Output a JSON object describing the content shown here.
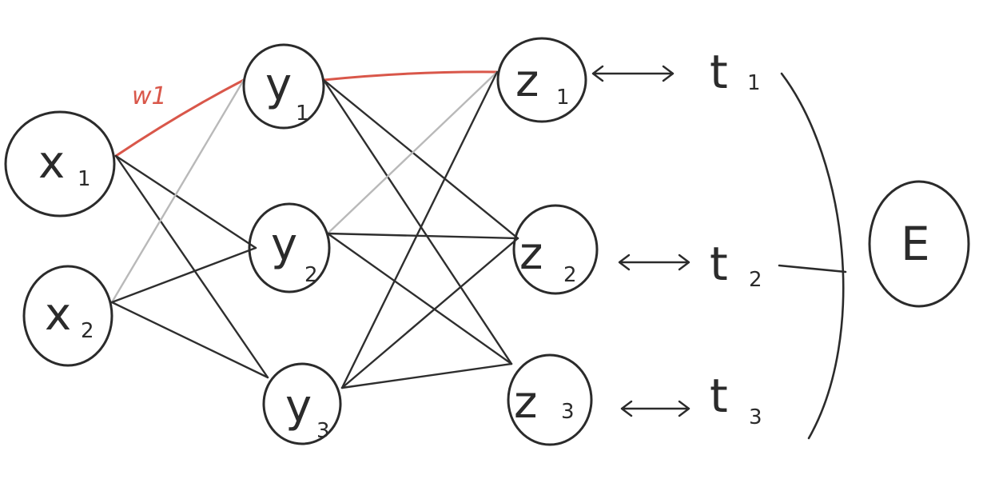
{
  "diagram": {
    "inputs": [
      {
        "id": "x1",
        "main": "x",
        "sub": "1"
      },
      {
        "id": "x2",
        "main": "x",
        "sub": "2"
      }
    ],
    "hidden": [
      {
        "id": "y1",
        "main": "y",
        "sub": "1"
      },
      {
        "id": "y2",
        "main": "y",
        "sub": "2"
      },
      {
        "id": "y3",
        "main": "y",
        "sub": "3"
      }
    ],
    "outputs": [
      {
        "id": "z1",
        "main": "z",
        "sub": "1"
      },
      {
        "id": "z2",
        "main": "z",
        "sub": "2"
      },
      {
        "id": "z3",
        "main": "z",
        "sub": "3"
      }
    ],
    "targets": [
      {
        "id": "t1",
        "main": "t",
        "sub": "1"
      },
      {
        "id": "t2",
        "main": "t",
        "sub": "2"
      },
      {
        "id": "t3",
        "main": "t",
        "sub": "3"
      }
    ],
    "error": {
      "id": "E",
      "label": "E"
    },
    "highlight": {
      "weight_label": "w1",
      "path": [
        "x1",
        "y1",
        "z1"
      ],
      "color": "#d9574a"
    },
    "faint_edges": [
      [
        "x2",
        "y1"
      ],
      [
        "y2",
        "z1"
      ]
    ],
    "edge_color": "#2e2e2e",
    "faint_color": "#b9b9b9"
  }
}
